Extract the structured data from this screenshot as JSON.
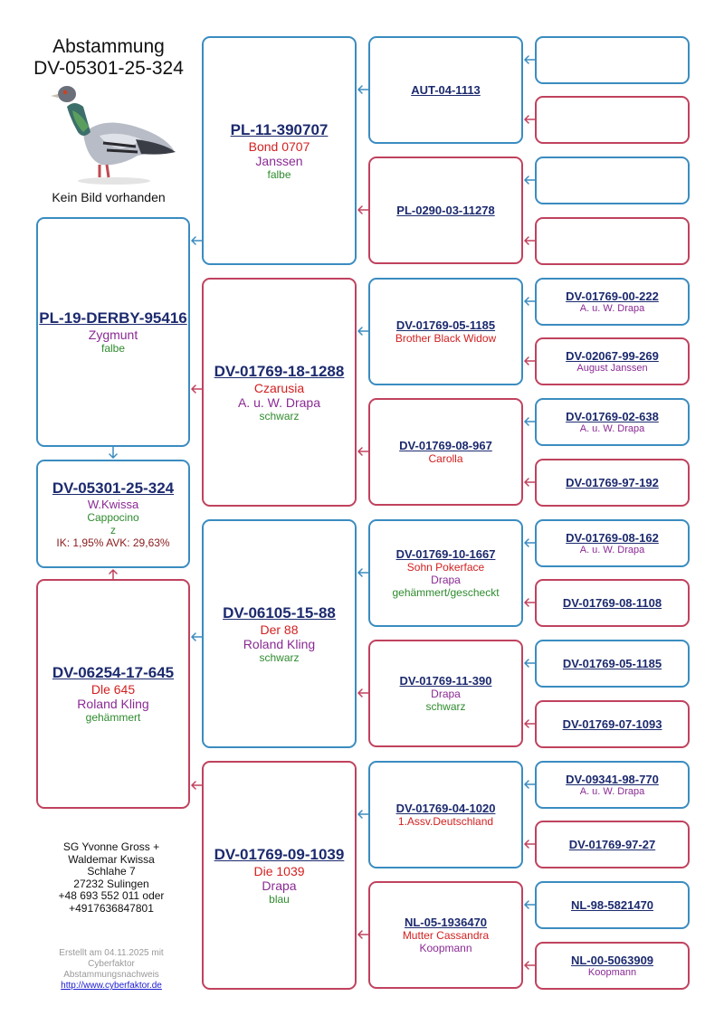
{
  "header": {
    "title_line1": "Abstammung",
    "title_line2": "DV-05301-25-324",
    "image_caption": "Kein Bild vorhanden",
    "image_icon": "pigeon-photo"
  },
  "subject": {
    "ring": "DV-05301-25-324",
    "owner": "W.Kwissa",
    "color": "Cappocino",
    "sex": "z",
    "coefficients": "IK: 1,95%  AVK: 29,63%"
  },
  "sire": {
    "ring": "PL-19-DERBY-95416",
    "line2": "Zygmunt",
    "line3": "falbe"
  },
  "dam": {
    "ring": "DV-06254-17-645",
    "line1": "Dle 645",
    "line2": "Roland Kling",
    "line3": "gehämmert"
  },
  "gen2": {
    "ss": {
      "ring": "PL-11-390707",
      "line1": "Bond 0707",
      "line2": "Janssen",
      "line3": "falbe"
    },
    "sd": {
      "ring": "DV-01769-18-1288",
      "line1": "Czarusia",
      "line2": "A. u. W. Drapa",
      "line3": "schwarz"
    },
    "ds": {
      "ring": "DV-06105-15-88",
      "line1": "Der 88",
      "line2": "Roland Kling",
      "line3": "schwarz"
    },
    "dd": {
      "ring": "DV-01769-09-1039",
      "line1": "Die 1039",
      "line2": "Drapa",
      "line3": "blau"
    }
  },
  "gen3": [
    {
      "ring": "AUT-04-1113"
    },
    {
      "ring": "PL-0290-03-11278"
    },
    {
      "ring": "DV-01769-05-1185",
      "line1": "Brother Black Widow"
    },
    {
      "ring": "DV-01769-08-967",
      "line1": "Carolla"
    },
    {
      "ring": "DV-01769-10-1667",
      "line1": "Sohn Pokerface",
      "line2": "Drapa",
      "line3": "gehämmert/gescheckt"
    },
    {
      "ring": "DV-01769-11-390",
      "line2": "Drapa",
      "line3": "schwarz"
    },
    {
      "ring": "DV-01769-04-1020",
      "line1": "1.Assv.Deutschland"
    },
    {
      "ring": "NL-05-1936470",
      "line1": "Mutter Cassandra",
      "line2": "Koopmann"
    }
  ],
  "gen4": [
    {
      "ring": ""
    },
    {
      "ring": ""
    },
    {
      "ring": ""
    },
    {
      "ring": ""
    },
    {
      "ring": "DV-01769-00-222",
      "line2": "A. u. W. Drapa"
    },
    {
      "ring": "DV-02067-99-269",
      "line2": "August Janssen"
    },
    {
      "ring": "DV-01769-02-638",
      "line2": "A. u. W. Drapa"
    },
    {
      "ring": "DV-01769-97-192"
    },
    {
      "ring": "DV-01769-08-162",
      "line2": "A. u. W. Drapa"
    },
    {
      "ring": "DV-01769-08-1108"
    },
    {
      "ring": "DV-01769-05-1185"
    },
    {
      "ring": "DV-01769-07-1093"
    },
    {
      "ring": "DV-09341-98-770",
      "line2": "A. u. W. Drapa"
    },
    {
      "ring": "DV-01769-97-27"
    },
    {
      "ring": "NL-98-5821470"
    },
    {
      "ring": "NL-00-5063909",
      "line2": "Koopmann"
    }
  ],
  "address": {
    "line1": "SG Yvonne Gross +",
    "line2": "Waldemar Kwissa",
    "line3": "Schlahe 7",
    "line4": "27232 Sulingen",
    "line5": "+48 693 552 011 oder",
    "line6": "+4917636847801"
  },
  "footer": {
    "line1": "Erstellt am 04.11.2025 mit",
    "line2": "Cyberfaktor",
    "line3": "Abstammungsnachweis",
    "url": "http://www.cyberfaktor.de"
  },
  "colors": {
    "male_border": "#3a8cc0",
    "female_border": "#c0425e",
    "ring_link": "#1c2a6e",
    "name_red": "#d32020",
    "breeder_purple": "#8a2a94",
    "color_green": "#2e8b2e"
  }
}
